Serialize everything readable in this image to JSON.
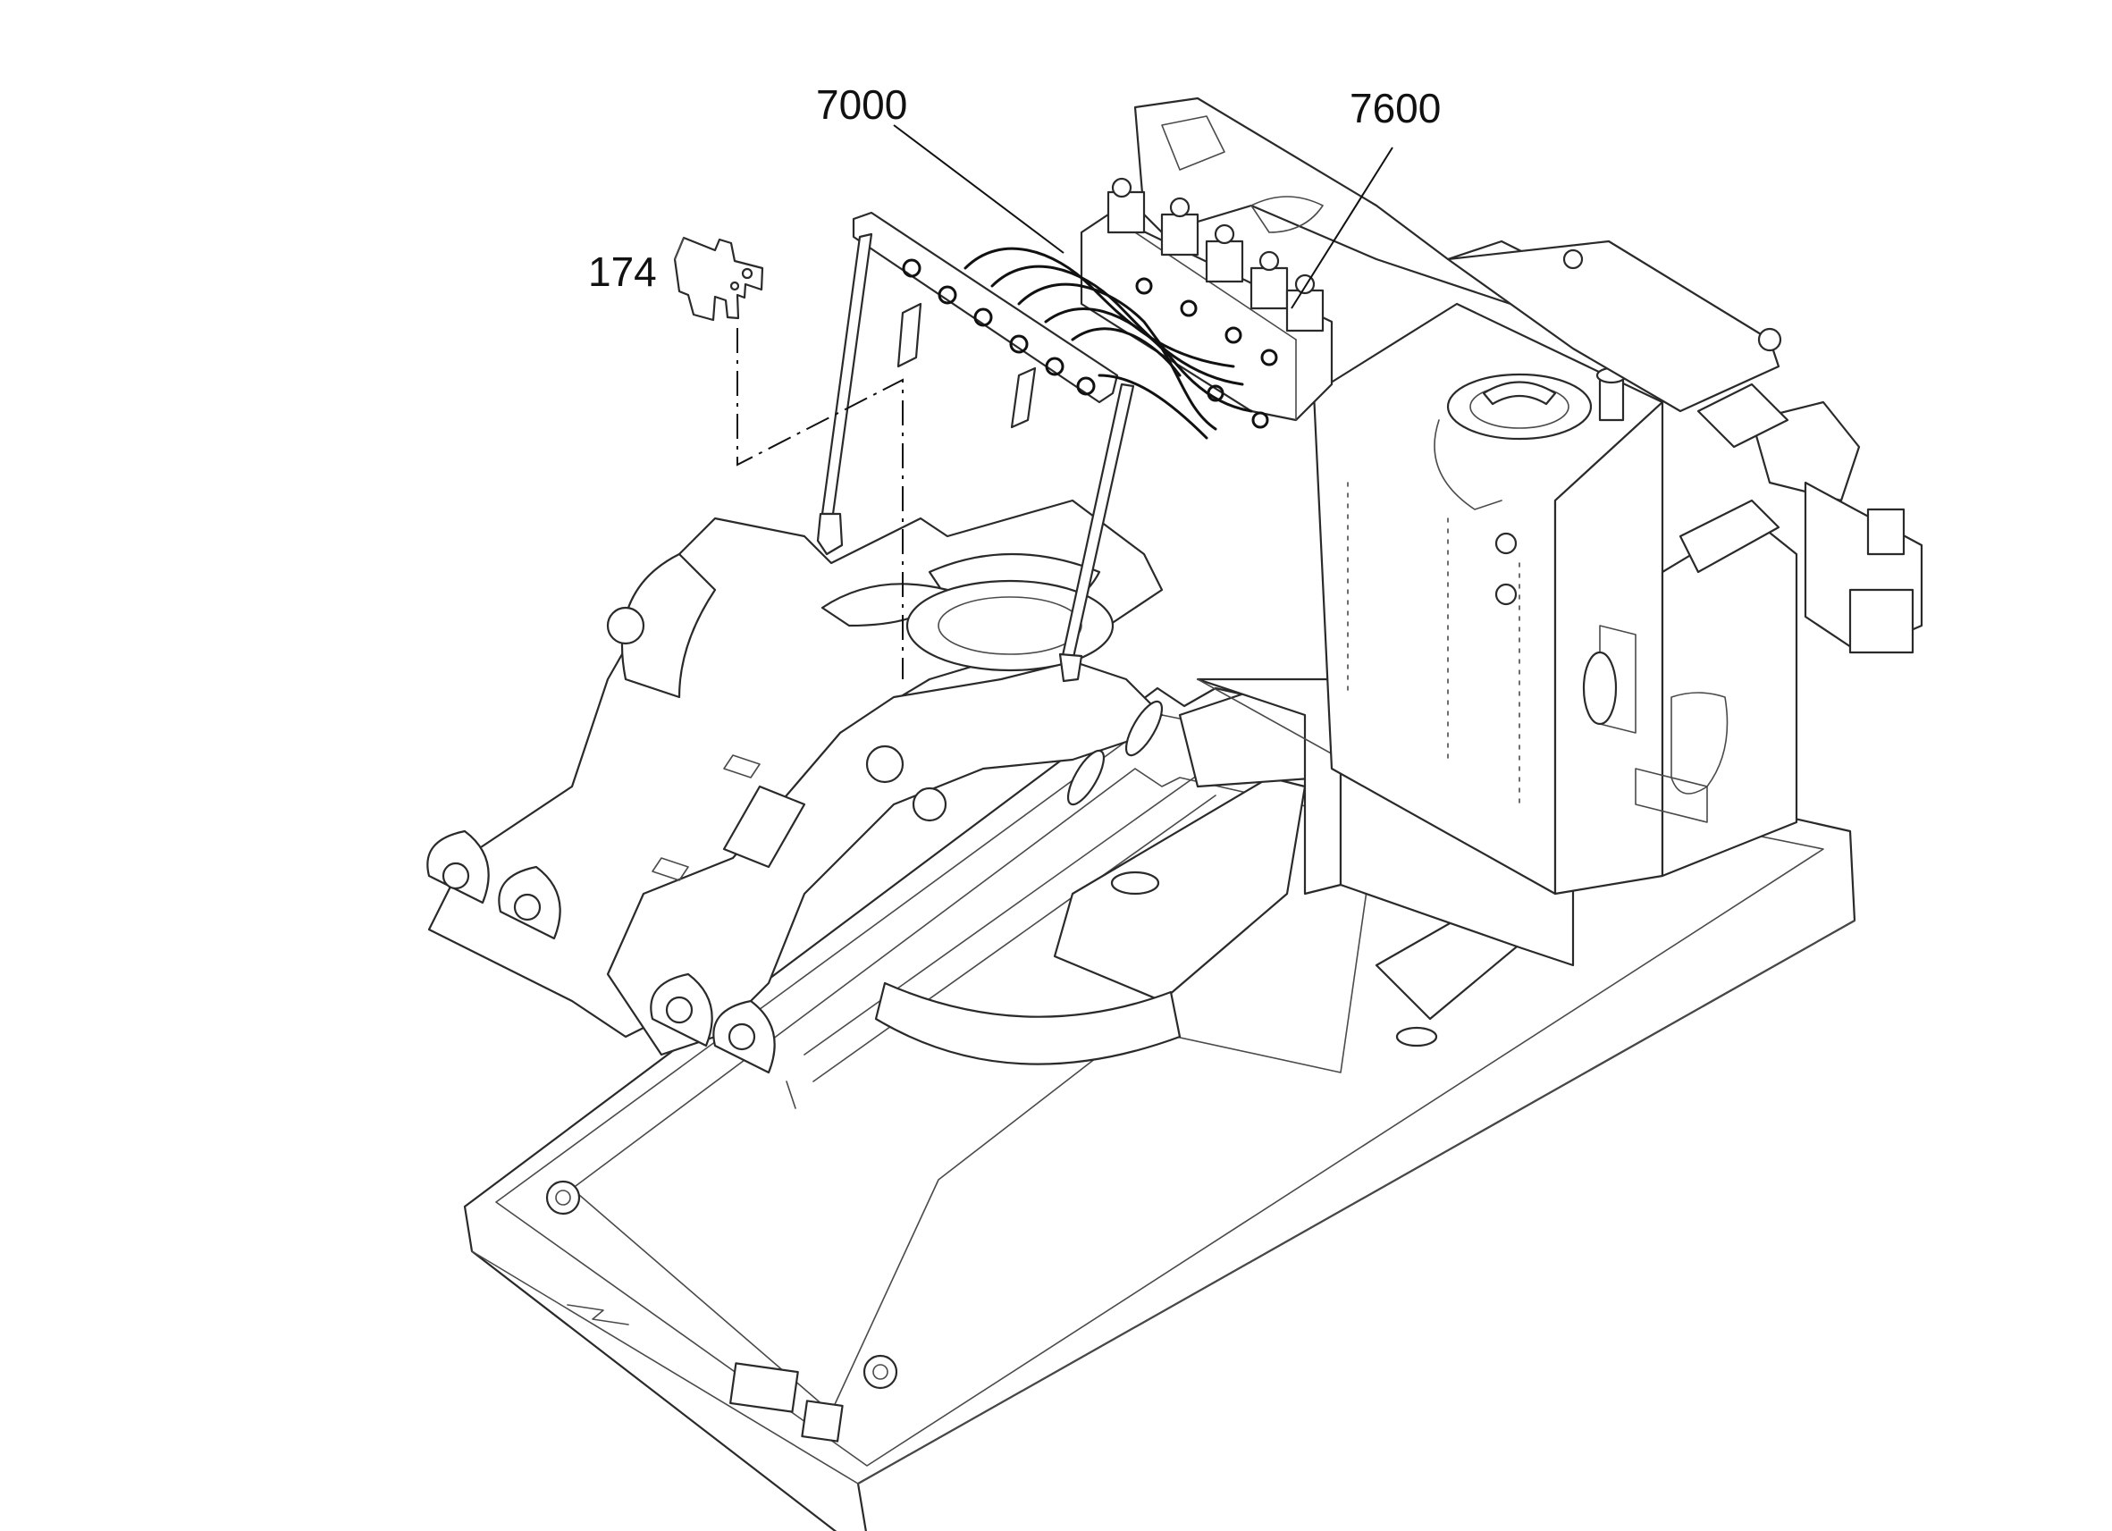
{
  "callouts": [
    {
      "id": "part-174",
      "label": "174"
    },
    {
      "id": "part-7000",
      "label": "7000"
    },
    {
      "id": "part-7600",
      "label": "7600"
    }
  ],
  "colors": {
    "ink": "#111111",
    "background": "#ffffff"
  }
}
